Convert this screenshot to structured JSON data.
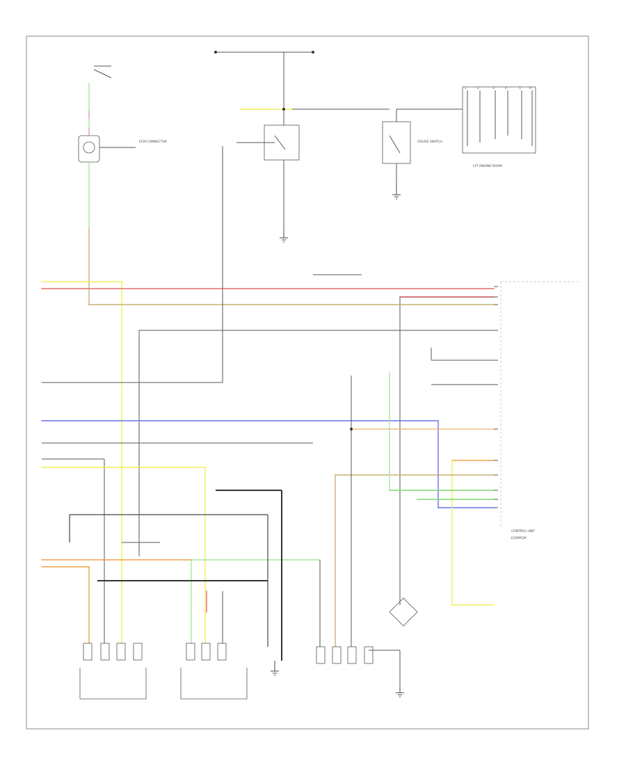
{
  "title": "",
  "colors": {
    "yellow": "#f2ee5a",
    "red": "#e86a6a",
    "brown": "#b89a5a",
    "gray": "#777777",
    "dark": "#333333",
    "blue": "#6670e8",
    "green": "#7ad96e",
    "orange": "#f0a24a",
    "white": "#bbbbbb",
    "pink": "#f0a0b0",
    "light_green": "#a8e6a0"
  },
  "blocks": {
    "ecm_connector": "ECM CONNECTOR",
    "cruise_switch": "CRUISE SWITCH",
    "control_unit": "CONTROL UNIT",
    "lft_engine_room": "LFT ENGINE ROOM",
    "ecm_right": "ECM/PCM"
  },
  "pin_labels": {
    "top_right": [
      "1",
      "2",
      "3",
      "4",
      "5",
      "6"
    ]
  }
}
